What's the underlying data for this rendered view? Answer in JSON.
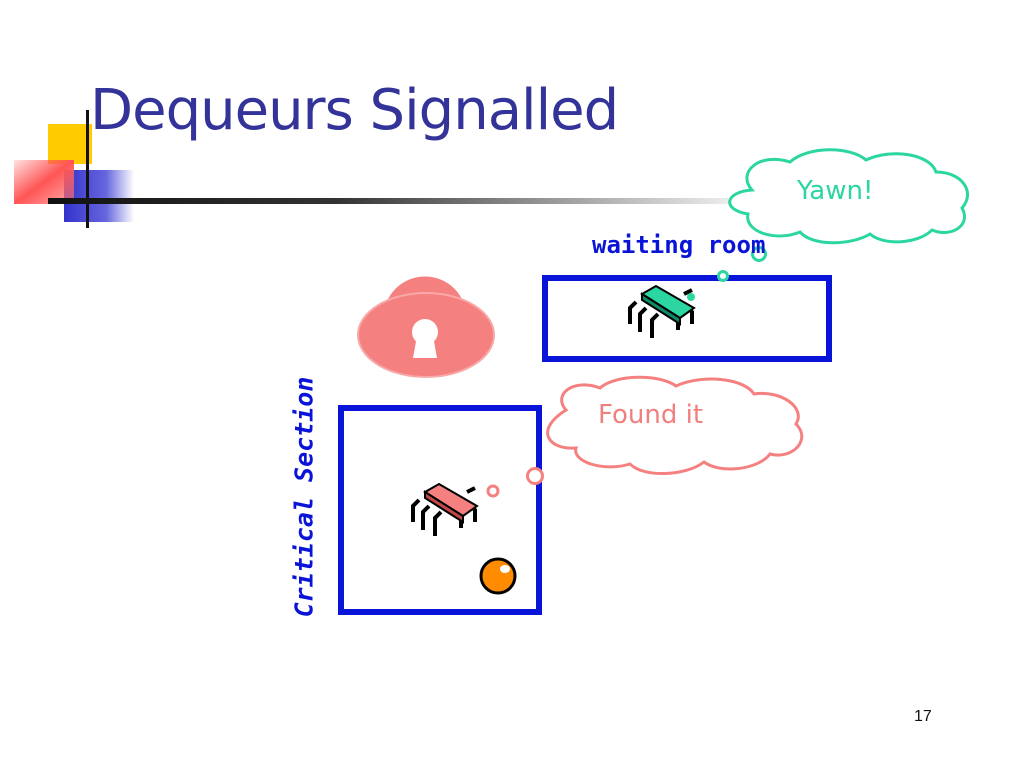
{
  "slide": {
    "title": "Dequeurs Signalled",
    "page_number": "17"
  },
  "diagram": {
    "waiting_room_label": "waiting room",
    "critical_section_label": "Critical Section",
    "yawn_bubble": "Yawn!",
    "found_bubble": "Found it"
  },
  "colors": {
    "title": "#333399",
    "box_border": "#0a14d8",
    "lock": "#f58080",
    "waiting_bug": "#2bd6a0",
    "critical_bug": "#f58080",
    "token": "#ff8c00"
  },
  "icons": [
    "padlock-icon",
    "bug-icon",
    "token-icon",
    "thought-bubble"
  ]
}
